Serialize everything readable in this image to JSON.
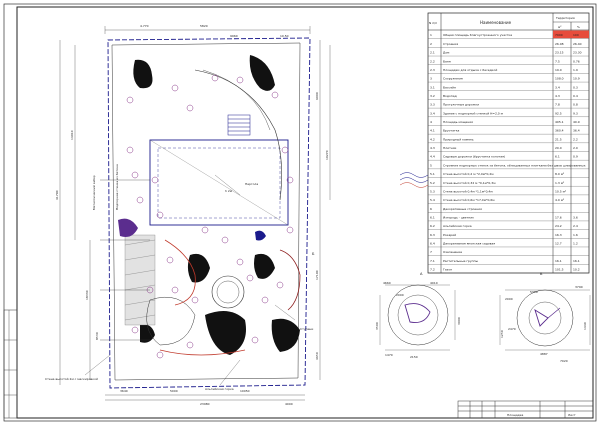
{
  "drawing": {
    "stamp_label": "Площадка",
    "stamp_sheet": "Лист",
    "section_labels": [
      "А",
      "Б"
    ],
    "view_label": "Б"
  },
  "table": {
    "header": {
      "num": "N п/п",
      "name": "Наименование",
      "total": "Территория",
      "unit_m2": "м²",
      "unit_pct": "%"
    },
    "rows": [
      {
        "n": "1",
        "name": "Общая площадь благоустроенного участка",
        "v1": "7900",
        "v2": "100",
        "hl": true
      },
      {
        "n": "2",
        "name": "Строения",
        "v1": "26.08",
        "v2": "26.40"
      },
      {
        "n": "2.1",
        "name": "Дом",
        "v1": "23.15",
        "v2": "23.30"
      },
      {
        "n": "2.2",
        "name": "Баня",
        "v1": "7.5",
        "v2": "0.76"
      },
      {
        "n": "2.3",
        "name": "Площадки для отдыха с беседкой",
        "v1": "19.0",
        "v2": "1.9"
      },
      {
        "n": "3",
        "name": "Сооружения",
        "v1": "108.0",
        "v2": "10.9"
      },
      {
        "n": "3.1",
        "name": "Бассейн",
        "v1": "3.4",
        "v2": "0.3"
      },
      {
        "n": "3.2",
        "name": "Водопад",
        "v1": "4.3",
        "v2": "0.4"
      },
      {
        "n": "3.3",
        "name": "Прогулочные дорожки",
        "v1": "7.8",
        "v2": "0.8"
      },
      {
        "n": "3.4",
        "name": "Здание с подпорной стенкой Н=2,0 м",
        "v1": "92.5",
        "v2": "9.3"
      },
      {
        "n": "4",
        "name": "Площадь мощения",
        "v1": "405.1",
        "v2": "40.9"
      },
      {
        "n": "4.1",
        "name": "Брусчатка",
        "v1": "360.4",
        "v2": "36.4"
      },
      {
        "n": "4.2",
        "name": "Природный камень",
        "v1": "21.5",
        "v2": "2.2"
      },
      {
        "n": "4.3",
        "name": "Плитняк",
        "v1": "20.0",
        "v2": "2.0"
      },
      {
        "n": "4.4",
        "name": "Садовые дорожки (брусчатка колотая)",
        "v1": "6.1",
        "v2": "0.9"
      },
      {
        "n": "5",
        "name": "Строение подпорных стенок из бетона, облицованных плитками без швов шлифованных",
        "v1": "",
        "v2": ""
      },
      {
        "n": "5.1",
        "name": "Стена высотой 0,2 м *2,0м*0,2м",
        "v1": "8.0 м²",
        "v2": ""
      },
      {
        "n": "5.2",
        "name": "Стена высотой 0,32 м *0,1м*0,3м",
        "v1": "1.3 м²",
        "v2": ""
      },
      {
        "n": "5.3",
        "name": "Стена высотой 0,4м *1,1м*0,4м",
        "v1": "10.5 м²",
        "v2": ""
      },
      {
        "n": "5.4",
        "name": "Стена высотой 0,6м *17,0м*0,6м",
        "v1": "4.0 м²",
        "v2": ""
      },
      {
        "n": "6",
        "name": "Декоративные строения",
        "v1": "",
        "v2": ""
      },
      {
        "n": "6.1",
        "name": "Изгородь - цветник",
        "v1": "17.6",
        "v2": "3.6"
      },
      {
        "n": "6.2",
        "name": "Альпийская горка",
        "v1": "24.2",
        "v2": "2.4"
      },
      {
        "n": "6.3",
        "name": "Рокарий",
        "v1": "16.3",
        "v2": "1.6"
      },
      {
        "n": "6.4",
        "name": "Декоративная японская садовая",
        "v1": "12.7",
        "v2": "1.2"
      },
      {
        "n": "7",
        "name": "Озеленение",
        "v1": "",
        "v2": ""
      },
      {
        "n": "7.1",
        "name": "Растительные группы",
        "v1": "16.1",
        "v2": "16.1"
      },
      {
        "n": "7.2",
        "name": "Газон",
        "v1": "101.5",
        "v2": "10.2"
      }
    ]
  },
  "dimensions": {
    "top": [
      "4.770",
      "5820",
      "9960",
      "10.50"
    ],
    "left": [
      "41790",
      "14010",
      "18330",
      "8530"
    ],
    "bottom": [
      "3640",
      "5000",
      "10050",
      "23980",
      "4000"
    ],
    "right": [
      "6000",
      "10270",
      "17100",
      "4650"
    ]
  },
  "annotations": {
    "fence": "Металлический забор",
    "retaining": "Подпорная стенка из бетона",
    "pergola": "Пергола",
    "steps": "Ступени",
    "level": "h 2м",
    "wall": "Стена высотой 2м с маскировкой",
    "alpine": "Альпийская горка"
  },
  "details": {
    "a_dims": [
      "4660",
      "4010",
      "2000",
      "1470",
      "2150",
      "3500",
      "3000"
    ],
    "b_dims": [
      "3790",
      "5300",
      "4887",
      "2000",
      "7020",
      "1440",
      "2470",
      "1250"
    ]
  }
}
